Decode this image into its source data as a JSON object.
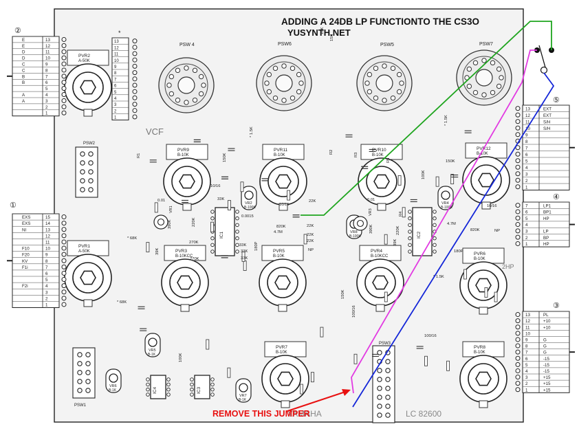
{
  "title": "ADDING A 24DB LP FUNCTIONTO THE CS3O",
  "website": "YUSYNTH.NET",
  "annotation": "REMOVE THIS JUMPER",
  "board": {
    "section_vcf": "VCF",
    "section_2hp": "2HP",
    "maker": "YAMAHA",
    "board_code": "LC 82600"
  },
  "switches": [
    "PSW 4",
    "PSW6",
    "PSW5",
    "PSW7",
    "PSW2",
    "PSW1",
    "PSW3"
  ],
  "pots": [
    {
      "id": "PVR2",
      "value": "A-50K"
    },
    {
      "id": "PVR9",
      "value": "B-10K"
    },
    {
      "id": "PVR11",
      "value": "B-10K"
    },
    {
      "id": "PVR10",
      "value": "B-10K"
    },
    {
      "id": "PVR12",
      "value": "B-10K"
    },
    {
      "id": "PVR1",
      "value": "A-50K"
    },
    {
      "id": "PVR3",
      "value": "B-10KCC"
    },
    {
      "id": "PVR5",
      "value": "B-10K"
    },
    {
      "id": "PVR4",
      "value": "B-10KCC"
    },
    {
      "id": "PVR6",
      "value": "B-10K"
    },
    {
      "id": "PVR7",
      "value": "B-10K"
    },
    {
      "id": "PVR8",
      "value": "B-10K"
    }
  ],
  "trimmers": [
    "VR2",
    "VR4",
    "VR5",
    "VR6",
    "VR7",
    "VR8",
    "VR1",
    "VR3"
  ],
  "trimmer_values": [
    "B-100K",
    "B-100K",
    "B-1K",
    "B-1K",
    "B-1K",
    "B-100K"
  ],
  "ics": [
    "IC1",
    "IC2",
    "IC4",
    "IC3"
  ],
  "component_labels": [
    "* 1.5K",
    "* 1.5K",
    "* 1.5K",
    "* 68K",
    "* 68K",
    "0.01",
    "0.01",
    "33K",
    "33K",
    "33K",
    "33K",
    "22K",
    "22K",
    "22K",
    "22K",
    "390K",
    "390K",
    "820K",
    "820K",
    "4.7M",
    "4.7M",
    "270K",
    "270K",
    "220K",
    "220K",
    "10/16",
    "10/16",
    "10/16",
    "100/16",
    "100/16",
    "0.0015",
    "150K",
    "150K",
    "180P",
    "180P",
    "NP",
    "NP",
    "39K",
    "39K",
    "100K",
    "100K",
    "150K",
    "10K",
    "15K",
    "R1",
    "R2",
    "R3",
    "R4",
    "R5"
  ],
  "connector_2": {
    "label": "②",
    "rows": [
      {
        "name": "E",
        "pin": "13"
      },
      {
        "name": "E",
        "pin": "12"
      },
      {
        "name": "D",
        "pin": "11"
      },
      {
        "name": "D",
        "pin": "10"
      },
      {
        "name": "C",
        "pin": "9"
      },
      {
        "name": "C",
        "pin": "8"
      },
      {
        "name": "B",
        "pin": "7"
      },
      {
        "name": "B",
        "pin": "6"
      },
      {
        "name": "",
        "pin": "5"
      },
      {
        "name": "A",
        "pin": "4"
      },
      {
        "name": "A",
        "pin": "3"
      },
      {
        "name": "",
        "pin": "2"
      },
      {
        "name": "",
        "pin": "1"
      }
    ]
  },
  "connector_star": {
    "label": "*",
    "pins": [
      "13",
      "12",
      "11",
      "10",
      "9",
      "8",
      "7",
      "6",
      "5",
      "4",
      "3",
      "2",
      "1"
    ]
  },
  "connector_1": {
    "label": "①",
    "rows": [
      {
        "name": "EXS",
        "pin": "15"
      },
      {
        "name": "EXS",
        "pin": "14"
      },
      {
        "name": "NI",
        "pin": "13"
      },
      {
        "name": "",
        "pin": "12"
      },
      {
        "name": "",
        "pin": "11"
      },
      {
        "name": "F10",
        "pin": "10"
      },
      {
        "name": "F20",
        "pin": "9"
      },
      {
        "name": "KV",
        "pin": "8"
      },
      {
        "name": "F1i",
        "pin": "7"
      },
      {
        "name": "",
        "pin": "6"
      },
      {
        "name": "",
        "pin": "5"
      },
      {
        "name": "F2i",
        "pin": "4"
      },
      {
        "name": "",
        "pin": "3"
      },
      {
        "name": "",
        "pin": "2"
      },
      {
        "name": "",
        "pin": "1"
      }
    ]
  },
  "connector_5": {
    "label": "⑤",
    "rows": [
      {
        "name": "EXT",
        "pin": "13"
      },
      {
        "name": "EXT",
        "pin": "12"
      },
      {
        "name": "S/H",
        "pin": "11"
      },
      {
        "name": "S/H",
        "pin": "10"
      },
      {
        "name": "",
        "pin": "9"
      },
      {
        "name": "",
        "pin": "8"
      },
      {
        "name": "",
        "pin": "7"
      },
      {
        "name": "",
        "pin": "6"
      },
      {
        "name": "",
        "pin": "5"
      },
      {
        "name": "",
        "pin": "4"
      },
      {
        "name": "",
        "pin": "3"
      },
      {
        "name": "",
        "pin": "2"
      },
      {
        "name": "",
        "pin": "1"
      }
    ]
  },
  "connector_4": {
    "label": "④",
    "rows": [
      {
        "name": "LP1",
        "pin": "7"
      },
      {
        "name": "BP1",
        "pin": "6"
      },
      {
        "name": "HP",
        "pin": "5"
      },
      {
        "name": "",
        "pin": "4"
      },
      {
        "name": "LP",
        "pin": "3"
      },
      {
        "name": "BP",
        "pin": "2"
      },
      {
        "name": "HP",
        "pin": "1"
      }
    ]
  },
  "connector_3": {
    "label": "③",
    "rows": [
      {
        "name": "PL",
        "pin": "13"
      },
      {
        "name": "+10",
        "pin": "12"
      },
      {
        "name": "+10",
        "pin": "11"
      },
      {
        "name": "",
        "pin": "10"
      },
      {
        "name": "G",
        "pin": "9"
      },
      {
        "name": "G",
        "pin": "8"
      },
      {
        "name": "G",
        "pin": "7"
      },
      {
        "name": "-15",
        "pin": "6"
      },
      {
        "name": "-15",
        "pin": "5"
      },
      {
        "name": "-15",
        "pin": "4"
      },
      {
        "name": "+15",
        "pin": "3"
      },
      {
        "name": "+15",
        "pin": "2"
      },
      {
        "name": "+15",
        "pin": "1"
      }
    ]
  },
  "colors": {
    "green_wire": "#1fa51f",
    "magenta_wire": "#e23ae2",
    "blue_wire": "#1426d8",
    "arrow": "#e81010",
    "trace": "#8f8f8f",
    "ink": "#1a1a1a"
  }
}
